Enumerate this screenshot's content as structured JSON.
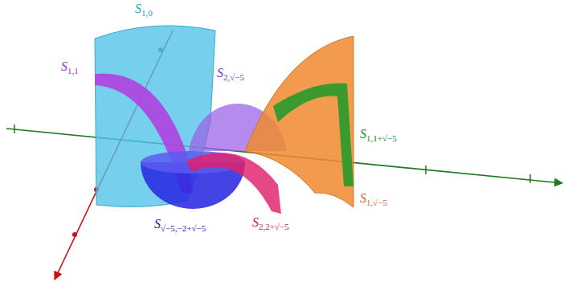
{
  "diagram": {
    "labels": [
      "S1,0",
      "S1,1",
      "S2,√−5",
      "S1,1+√−5",
      "S1,√−5",
      "S2,2+√−5",
      "S√−5,−2+√−5"
    ]
  }
}
